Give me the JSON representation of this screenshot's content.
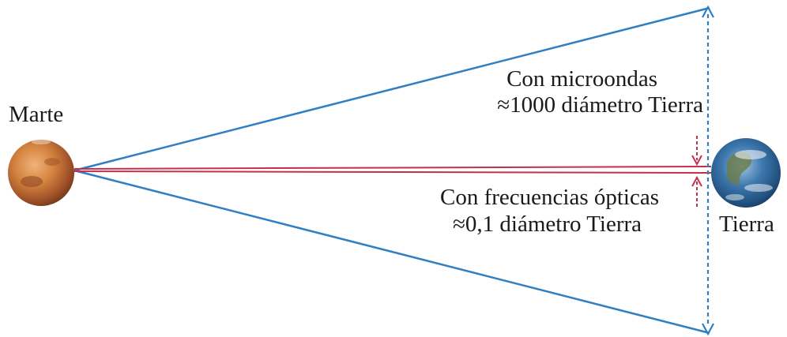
{
  "planets": {
    "mars": {
      "name": "Marte",
      "color": "#c8733a"
    },
    "earth": {
      "name": "Tierra",
      "color": "#2f6fa8"
    }
  },
  "beams": {
    "microwave": {
      "title": "Con microondas",
      "spread": "≈1000 diámetro Tierra",
      "color": "#2f7fc1"
    },
    "optical": {
      "title": "Con frecuencias ópticas",
      "spread": "≈0,1 diámetro Tierra",
      "color": "#c4304a"
    }
  }
}
